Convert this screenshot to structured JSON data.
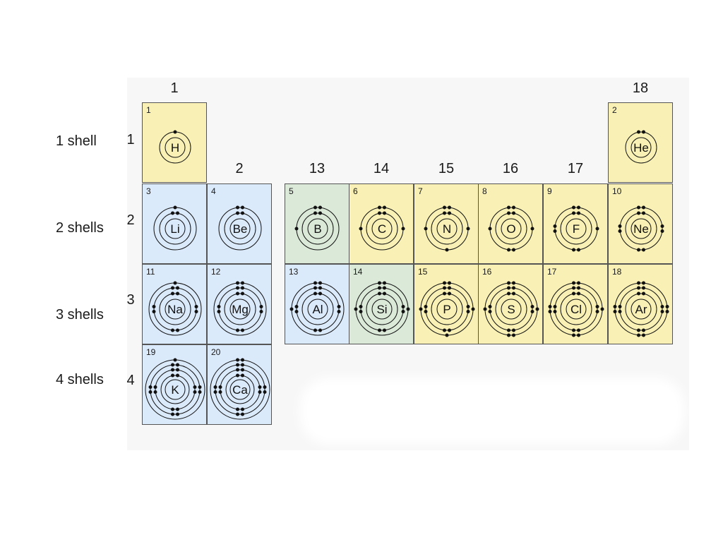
{
  "shell_labels": [
    "1 shell",
    "2 shells",
    "3 shells",
    "4 shells"
  ],
  "period_numbers": [
    "1",
    "2",
    "3",
    "4"
  ],
  "group_numbers": [
    "1",
    "2",
    "13",
    "14",
    "15",
    "16",
    "17",
    "18"
  ],
  "colors": {
    "yellow": "#f8f0b4",
    "blue": "#dbeafb",
    "green": "#dae9d8",
    "panel": "#f7f7f7"
  },
  "elements": [
    {
      "number": "1",
      "symbol": "H",
      "period": 1,
      "group": 1,
      "shells": [
        1
      ],
      "color": "yellow"
    },
    {
      "number": "2",
      "symbol": "He",
      "period": 1,
      "group": 18,
      "shells": [
        2
      ],
      "color": "yellow"
    },
    {
      "number": "3",
      "symbol": "Li",
      "period": 2,
      "group": 1,
      "shells": [
        2,
        1
      ],
      "color": "blue"
    },
    {
      "number": "4",
      "symbol": "Be",
      "period": 2,
      "group": 2,
      "shells": [
        2,
        2
      ],
      "color": "blue"
    },
    {
      "number": "5",
      "symbol": "B",
      "period": 2,
      "group": 13,
      "shells": [
        2,
        3
      ],
      "color": "green"
    },
    {
      "number": "6",
      "symbol": "C",
      "period": 2,
      "group": 14,
      "shells": [
        2,
        4
      ],
      "color": "yellow"
    },
    {
      "number": "7",
      "symbol": "N",
      "period": 2,
      "group": 15,
      "shells": [
        2,
        5
      ],
      "color": "yellow"
    },
    {
      "number": "8",
      "symbol": "O",
      "period": 2,
      "group": 16,
      "shells": [
        2,
        6
      ],
      "color": "yellow"
    },
    {
      "number": "9",
      "symbol": "F",
      "period": 2,
      "group": 17,
      "shells": [
        2,
        7
      ],
      "color": "yellow"
    },
    {
      "number": "10",
      "symbol": "Ne",
      "period": 2,
      "group": 18,
      "shells": [
        2,
        8
      ],
      "color": "yellow"
    },
    {
      "number": "11",
      "symbol": "Na",
      "period": 3,
      "group": 1,
      "shells": [
        2,
        8,
        1
      ],
      "color": "blue"
    },
    {
      "number": "12",
      "symbol": "Mg",
      "period": 3,
      "group": 2,
      "shells": [
        2,
        8,
        2
      ],
      "color": "blue"
    },
    {
      "number": "13",
      "symbol": "Al",
      "period": 3,
      "group": 13,
      "shells": [
        2,
        8,
        3
      ],
      "color": "blue"
    },
    {
      "number": "14",
      "symbol": "Si",
      "period": 3,
      "group": 14,
      "shells": [
        2,
        8,
        4
      ],
      "color": "green"
    },
    {
      "number": "15",
      "symbol": "P",
      "period": 3,
      "group": 15,
      "shells": [
        2,
        8,
        5
      ],
      "color": "yellow"
    },
    {
      "number": "16",
      "symbol": "S",
      "period": 3,
      "group": 16,
      "shells": [
        2,
        8,
        6
      ],
      "color": "yellow"
    },
    {
      "number": "17",
      "symbol": "Cl",
      "period": 3,
      "group": 17,
      "shells": [
        2,
        8,
        7
      ],
      "color": "yellow"
    },
    {
      "number": "18",
      "symbol": "Ar",
      "period": 3,
      "group": 18,
      "shells": [
        2,
        8,
        8
      ],
      "color": "yellow"
    },
    {
      "number": "19",
      "symbol": "K",
      "period": 4,
      "group": 1,
      "shells": [
        2,
        8,
        8,
        1
      ],
      "color": "blue"
    },
    {
      "number": "20",
      "symbol": "Ca",
      "period": 4,
      "group": 2,
      "shells": [
        2,
        8,
        8,
        2
      ],
      "color": "blue"
    }
  ]
}
